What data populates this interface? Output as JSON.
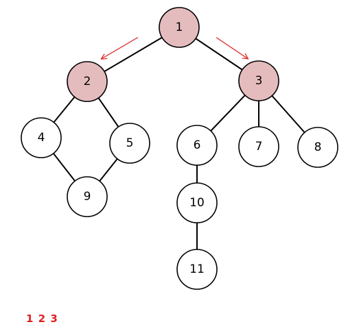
{
  "graph": {
    "nodes": [
      {
        "id": "n1",
        "label": "1",
        "visited": true
      },
      {
        "id": "n2",
        "label": "2",
        "visited": true
      },
      {
        "id": "n3",
        "label": "3",
        "visited": true
      },
      {
        "id": "n4",
        "label": "4",
        "visited": false
      },
      {
        "id": "n5",
        "label": "5",
        "visited": false
      },
      {
        "id": "n6",
        "label": "6",
        "visited": false
      },
      {
        "id": "n7",
        "label": "7",
        "visited": false
      },
      {
        "id": "n8",
        "label": "8",
        "visited": false
      },
      {
        "id": "n9",
        "label": "9",
        "visited": false
      },
      {
        "id": "n10",
        "label": "10",
        "visited": false
      },
      {
        "id": "n11",
        "label": "11",
        "visited": false
      }
    ],
    "edges": [
      [
        "n1",
        "n2"
      ],
      [
        "n1",
        "n3"
      ],
      [
        "n2",
        "n4"
      ],
      [
        "n2",
        "n5"
      ],
      [
        "n4",
        "n9"
      ],
      [
        "n5",
        "n9"
      ],
      [
        "n3",
        "n6"
      ],
      [
        "n3",
        "n7"
      ],
      [
        "n3",
        "n8"
      ],
      [
        "n6",
        "n10"
      ],
      [
        "n10",
        "n11"
      ]
    ],
    "traversal_arrows": [
      {
        "from": "n1",
        "to": "n2"
      },
      {
        "from": "n1",
        "to": "n3"
      }
    ]
  },
  "visit_order_text": "1 2 3",
  "colors": {
    "visited_fill": "#e5bcbe",
    "unvisited_fill": "#ffffff",
    "arrow": "#e03030",
    "visit_order_text": "#e02020"
  }
}
